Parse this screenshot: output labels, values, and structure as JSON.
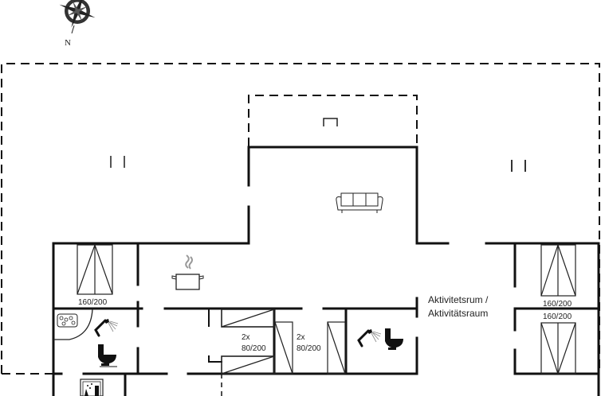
{
  "compass": {
    "north_label": "N"
  },
  "rooms": {
    "activity_room": {
      "label_line1": "Aktivitetsrum /",
      "label_line2": "Aktivitätsraum"
    }
  },
  "beds": [
    {
      "id": "bed-left",
      "size": "160/200"
    },
    {
      "id": "bed-right-top",
      "size": "160/200"
    },
    {
      "id": "bed-right-bottom",
      "size": "160/200"
    },
    {
      "id": "bunk-1",
      "count": "2x",
      "size": "80/200"
    },
    {
      "id": "bunk-2",
      "count": "2x",
      "size": "80/200"
    }
  ],
  "icons": [
    "compass-icon",
    "sofa-icon",
    "cooking-pot-icon",
    "shower-icon",
    "toilet-icon",
    "whirlpool-icon",
    "washing-machine-icon",
    "fireplace-icon",
    "window-icon"
  ],
  "colors": {
    "wall": "#111111",
    "background": "#ffffff",
    "steam": "#999999"
  }
}
